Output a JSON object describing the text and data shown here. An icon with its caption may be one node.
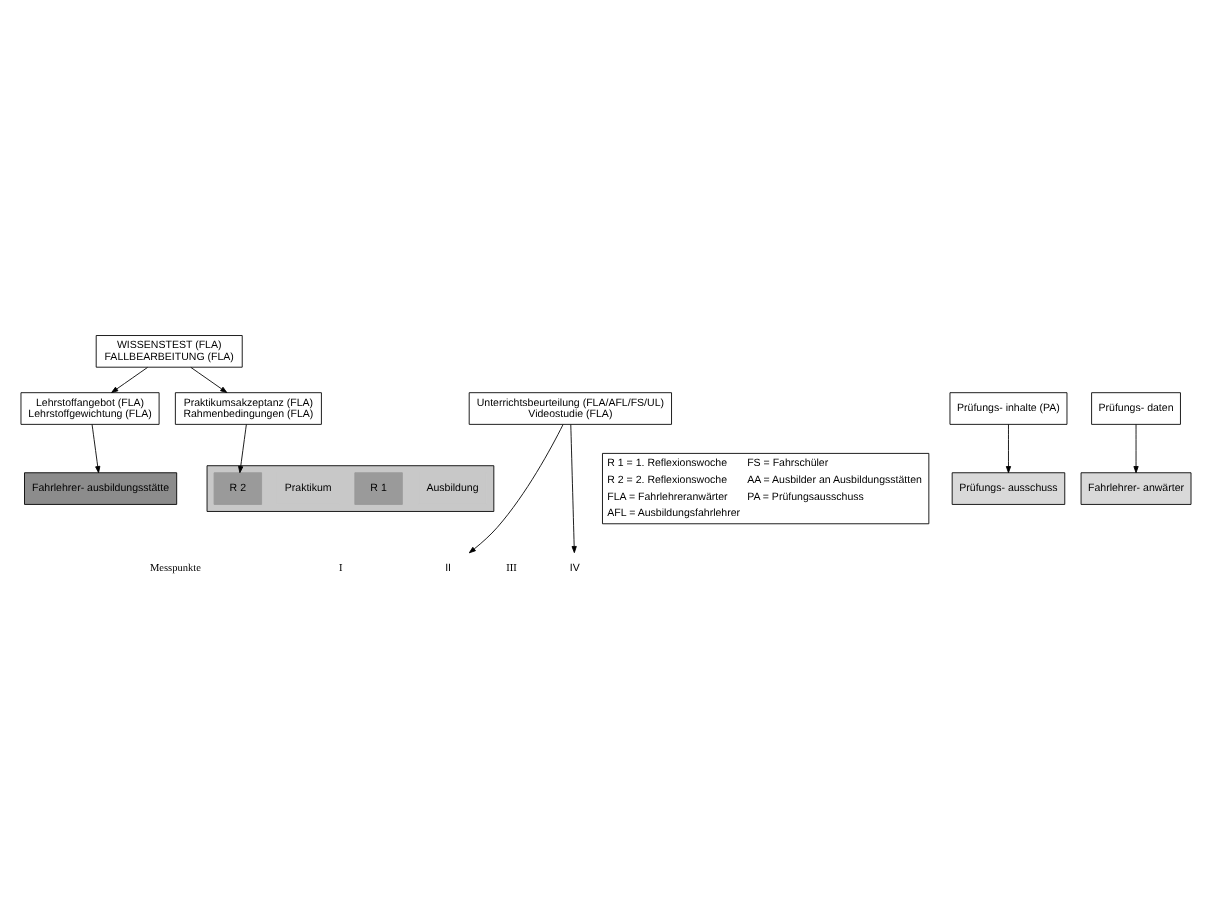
{
  "diagram": {
    "nodes": [
      {
        "text": [
          "WISSENSTEST (FLA)",
          "FALLBEARBEITUNG (FLA)"
        ]
      },
      {
        "text": [
          "Lehrstoffangebot (FLA)",
          "Lehrstoffgewichtung (FLA)"
        ]
      },
      {
        "text": [
          "Praktikumsakzeptanz (FLA)",
          "Rahmenbedingungen (FLA)"
        ]
      },
      {
        "text": [
          "Fahrlehrer- ausbildungsstätte"
        ]
      },
      {
        "text": [],
        "shape": "box"
      },
      {
        "text": [
          "Ausbildung"
        ],
        "in": 4
      },
      {
        "text": [
          "R 1"
        ],
        "in": 4
      },
      {
        "text": [
          "Praktikum"
        ],
        "in": 4
      },
      {
        "text": [
          "R 2"
        ],
        "in": 4
      },
      {
        "text": [
          "Prüfungs- ausschuss"
        ]
      },
      {
        "text": [
          "Fahrlehrer- anwärter"
        ]
      },
      {
        "text": [
          "II"
        ]
      },
      {
        "text": [
          "IV"
        ]
      },
      {
        "text": [
          "Unterrichtsbeurteilung (FLA/AFL/FS/UL)",
          "Videostudie (FLA)"
        ]
      },
      {
        "text": [
          "Prüfungs- inhalte (PA)"
        ]
      },
      {
        "text": [
          "Prüfungs- daten"
        ]
      }
    ],
    "edges": [
      {
        "from": 0,
        "to": 1,
        "arrow": "to"
      },
      {
        "from": 0,
        "to": 2,
        "arrow": "to"
      },
      {
        "from": 1,
        "to": 3,
        "arrow": "to"
      },
      {
        "from": 2,
        "to": 8,
        "arrow": "to"
      },
      {
        "from": 13,
        "to": 11,
        "arrow": "to"
      },
      {
        "from": 13,
        "to": 12,
        "arrow": "to"
      },
      {
        "from": 14,
        "to": 9,
        "arrow": "to"
      },
      {
        "from": 15,
        "to": 10,
        "arrow": "to"
      }
    ],
    "labels": [
      "Messpunkte",
      "I",
      "III",
      "R 1 = 1. Reflexionswoche",
      "FS = Fahrschüler",
      "R 2 = 2. Reflexionswoche",
      "AA = Ausbilder an Ausbildungsstätten",
      "FLA = Fahrlehreranwärter",
      "PA = Prüfungsausschuss",
      "AFL = Ausbildungsfahrlehrer"
    ]
  }
}
